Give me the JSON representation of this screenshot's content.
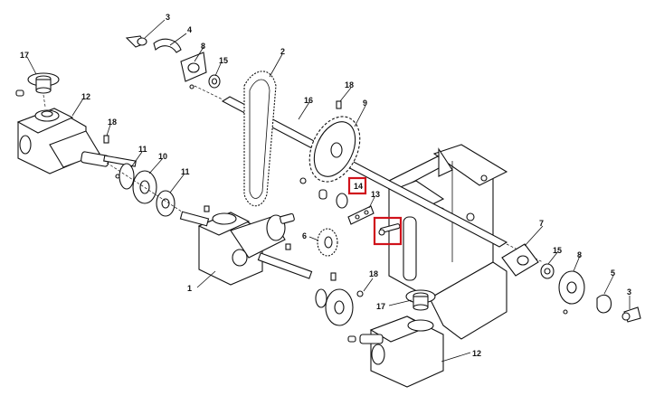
{
  "labels": {
    "p1": "1",
    "p2": "2",
    "p3a": "3",
    "p3b": "3",
    "p4": "4",
    "p5": "5",
    "p6": "6",
    "p7": "7",
    "p8a": "8",
    "p8b": "8",
    "p9": "9",
    "p10": "10",
    "p11a": "11",
    "p11b": "11",
    "p12a": "12",
    "p12b": "12",
    "p13": "13",
    "p14": "14",
    "p15a": "15",
    "p15b": "15",
    "p16": "16",
    "p17a": "17",
    "p17b": "17",
    "p18a": "18",
    "p18b": "18",
    "p18c": "18"
  },
  "highlight_color": "#d0121b"
}
